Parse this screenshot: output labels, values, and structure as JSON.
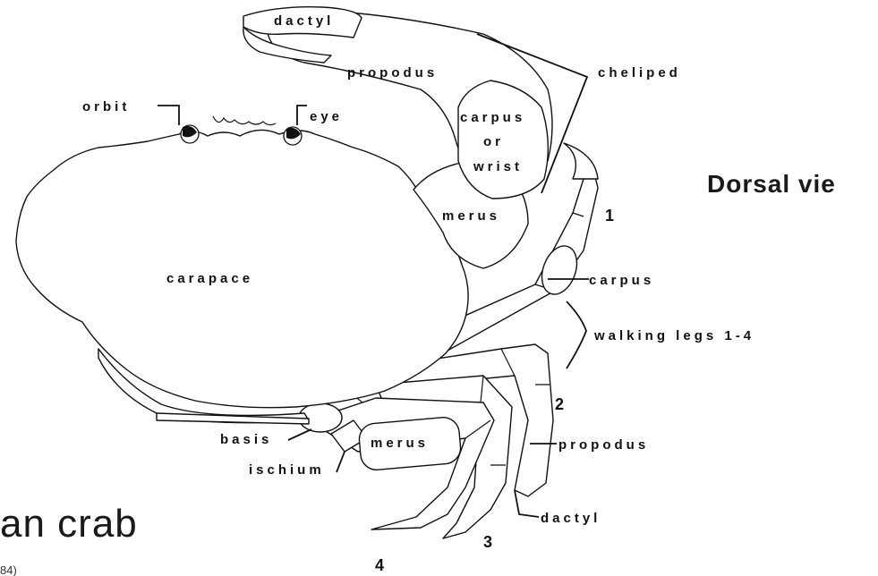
{
  "labels": {
    "dactyl_top": "dactyl",
    "propodus_top": "propodus",
    "cheliped": "cheliped",
    "orbit": "orbit",
    "eye": "eye",
    "carpus_or_wrist_1": "carpus",
    "carpus_or_wrist_2": "or",
    "carpus_or_wrist_3": "wrist",
    "merus_upper": "merus",
    "carapace": "carapace",
    "leg_number_1": "1",
    "carpus_right": "carpus",
    "walking_legs": "walking legs 1-4",
    "leg_number_2": "2",
    "basis": "basis",
    "ischium": "ischium",
    "merus_lower": "merus",
    "propodus_right": "propodus",
    "dactyl_bottom": "dactyl",
    "leg_number_3": "3",
    "leg_number_4": "4",
    "title_right": "Dorsal vie",
    "title_left": "an crab",
    "footnote": "84)"
  }
}
